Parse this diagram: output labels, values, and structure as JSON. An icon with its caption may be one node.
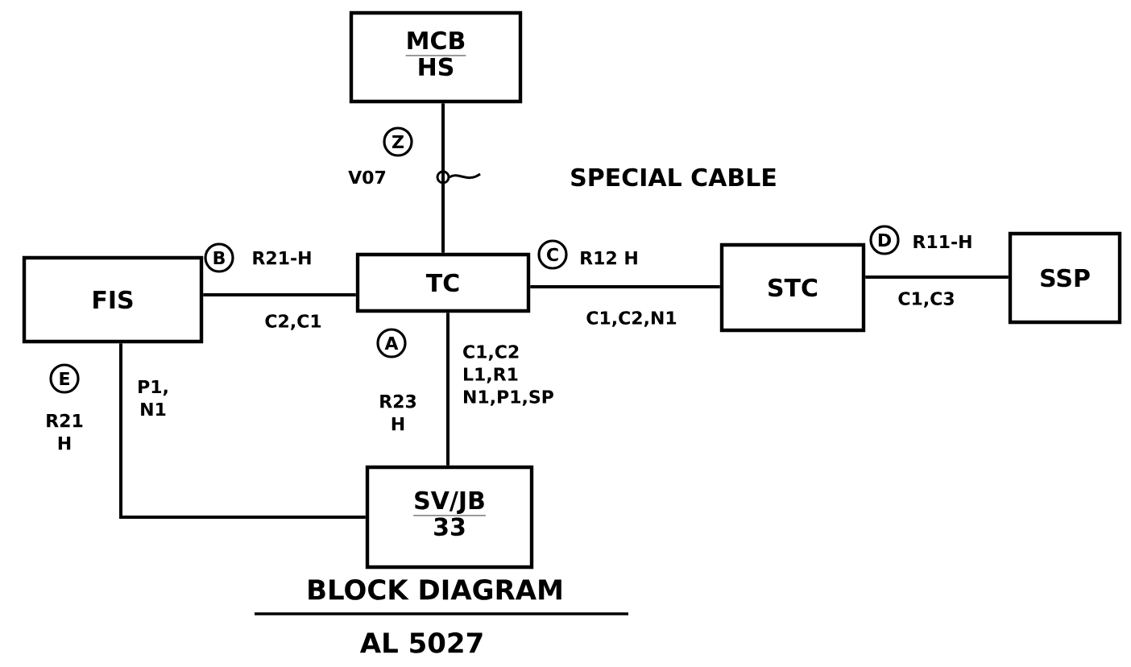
{
  "diagram": {
    "title": "BLOCK DIAGRAM",
    "caption": "AL 5027",
    "nodes": [
      {
        "text": [
          "MCB",
          "HS"
        ]
      },
      {
        "text": [
          "TC"
        ]
      },
      {
        "text": [
          "FIS"
        ]
      },
      {
        "text": [
          "STC"
        ]
      },
      {
        "text": [
          "SSP"
        ]
      },
      {
        "text": [
          "SV/JB",
          "33"
        ]
      }
    ],
    "edges": [
      {
        "from": 0,
        "to": 1,
        "arrow": "none"
      },
      {
        "from": 2,
        "to": 1,
        "arrow": "none"
      },
      {
        "from": 1,
        "to": 3,
        "arrow": "none"
      },
      {
        "from": 3,
        "to": 4,
        "arrow": "none"
      },
      {
        "from": 1,
        "to": 5,
        "arrow": "none"
      },
      {
        "from": 2,
        "to": 5,
        "arrow": "none"
      }
    ],
    "labels": [
      "Z",
      "V07",
      "SPECIAL CABLE",
      "B",
      "R21-H",
      "C2,C1",
      "C",
      "R12 H",
      "C1,C2,N1",
      "D",
      "R11-H",
      "C1,C3",
      "E",
      "R21 H",
      "P1, N1",
      "A",
      "R23 H",
      "C1,C2 L1,R1 N1,P1,SP"
    ]
  }
}
